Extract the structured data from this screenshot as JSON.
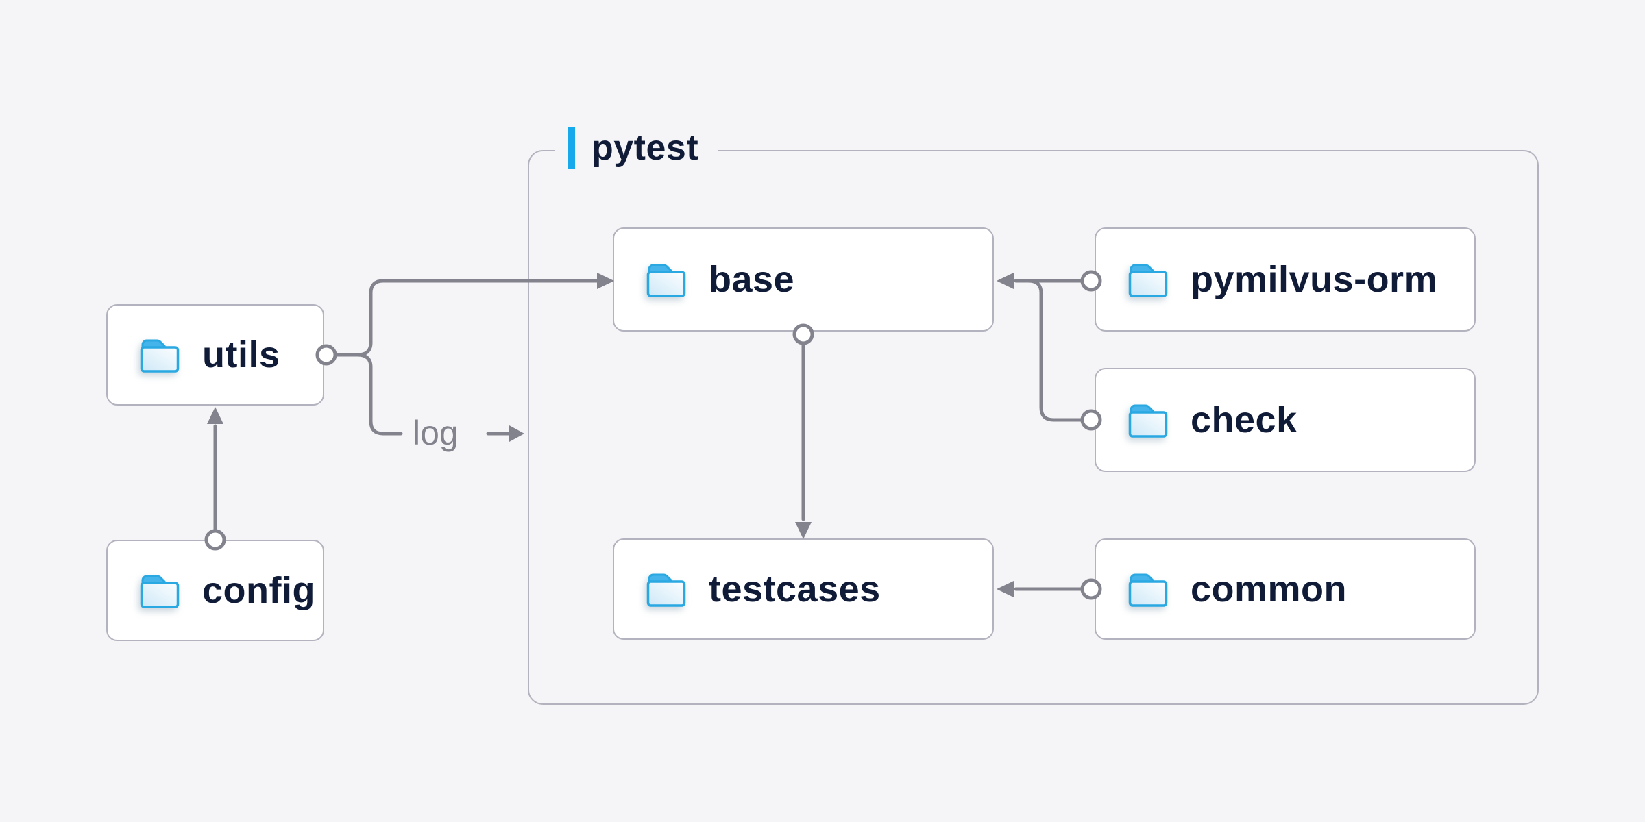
{
  "diagram": {
    "group": {
      "label": "pytest"
    },
    "nodes": {
      "utils": {
        "label": "utils",
        "icon": "folder-icon"
      },
      "config": {
        "label": "config",
        "icon": "folder-icon"
      },
      "base": {
        "label": "base",
        "icon": "folder-icon"
      },
      "pymilvus-orm": {
        "label": "pymilvus-orm",
        "icon": "folder-icon"
      },
      "check": {
        "label": "check",
        "icon": "folder-icon"
      },
      "testcases": {
        "label": "testcases",
        "icon": "folder-icon"
      },
      "common": {
        "label": "common",
        "icon": "folder-icon"
      }
    },
    "edges": [
      {
        "from": "config",
        "to": "utils"
      },
      {
        "from": "utils",
        "to": "base"
      },
      {
        "from": "utils",
        "to": "pytest-group",
        "label": "log"
      },
      {
        "from": "pymilvus-orm",
        "to": "base"
      },
      {
        "from": "check",
        "to": "base"
      },
      {
        "from": "base",
        "to": "testcases"
      },
      {
        "from": "common",
        "to": "testcases"
      }
    ],
    "log_edge_label": "log",
    "colors": {
      "background": "#f5f5f7",
      "node_fill": "#ffffff",
      "node_border": "#b3b3bf",
      "connector": "#83838e",
      "text": "#101b38",
      "accent_blue": "#16aaec",
      "folder_stroke": "#29a8e2",
      "folder_tab": "#45b4ea",
      "folder_body_gradient": [
        "#fdfeff",
        "#cde8f7"
      ]
    }
  }
}
